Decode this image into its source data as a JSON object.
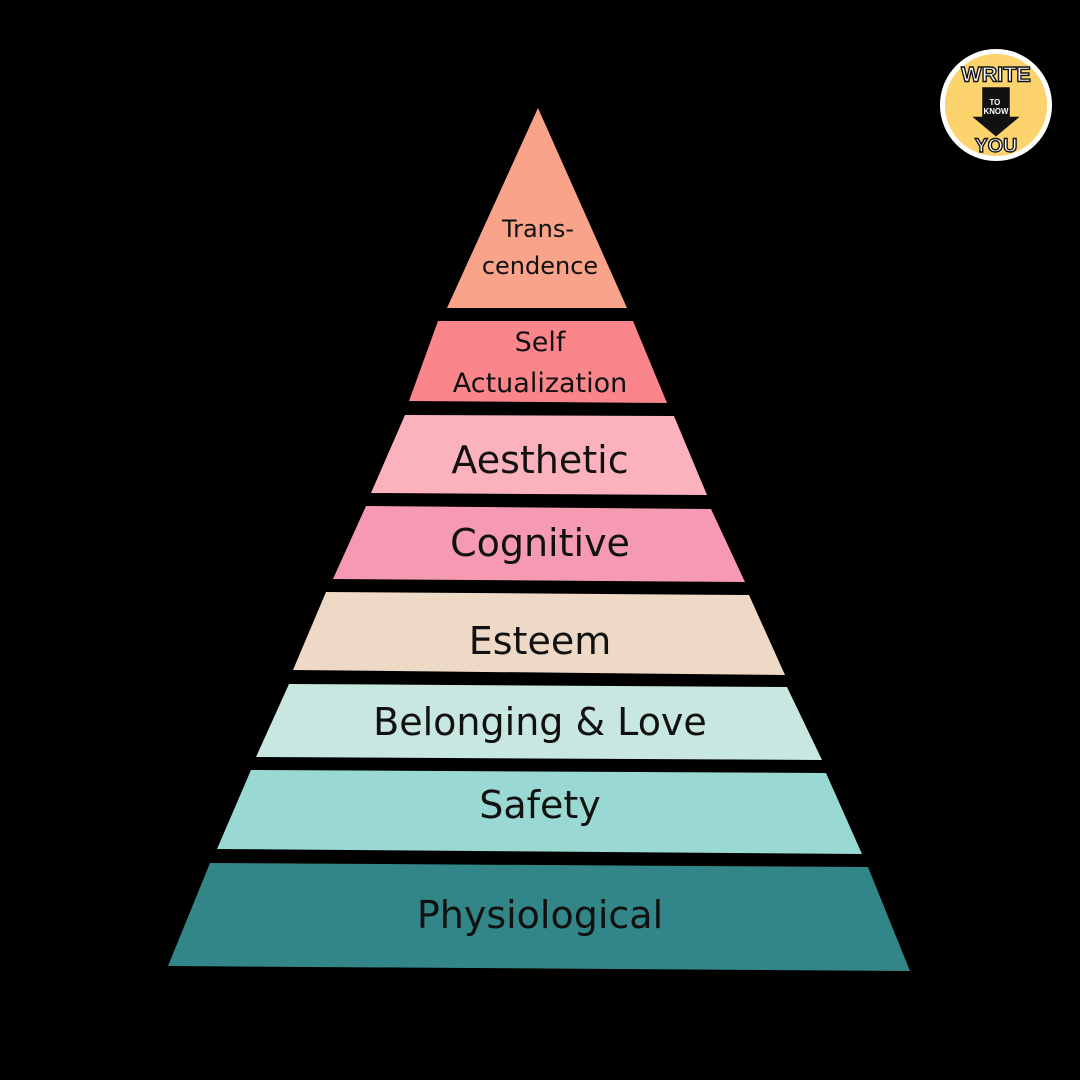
{
  "diagram": {
    "levels": [
      {
        "id": "transcendence",
        "lines": [
          "Trans-",
          "cendence"
        ],
        "color": "#F9A38A"
      },
      {
        "id": "self-actualization",
        "lines": [
          "Self",
          "Actualization"
        ],
        "color": "#FA858B"
      },
      {
        "id": "aesthetic",
        "lines": [
          "Aesthetic"
        ],
        "color": "#FCB2BD"
      },
      {
        "id": "cognitive",
        "lines": [
          "Cognitive"
        ],
        "color": "#F59AB2"
      },
      {
        "id": "esteem",
        "lines": [
          "Esteem"
        ],
        "color": "#EED9C7"
      },
      {
        "id": "belonging-love",
        "lines": [
          "Belonging & Love"
        ],
        "color": "#C8E7E1"
      },
      {
        "id": "safety",
        "lines": [
          "Safety"
        ],
        "color": "#9AD8D3"
      },
      {
        "id": "physiological",
        "lines": [
          "Physiological"
        ],
        "color": "#338688"
      }
    ]
  },
  "logo": {
    "top_text": "WRITE",
    "middle_text": "TO KNOW",
    "bottom_text": "YOU",
    "color": "#FCD36C"
  }
}
